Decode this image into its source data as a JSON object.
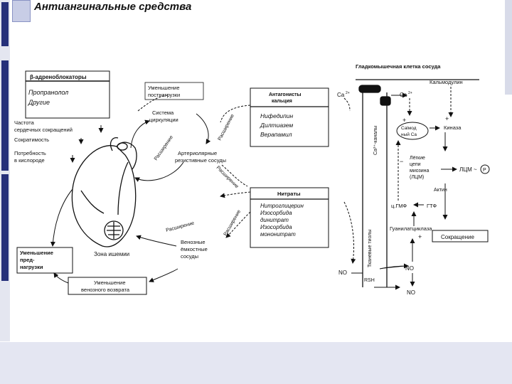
{
  "title": "Антиангинальные средства",
  "diagram": {
    "beta_box": {
      "header": "β-адреноблокаторы",
      "lines": [
        "Пропранолол",
        "Другие"
      ]
    },
    "left_effects": [
      "Частота",
      "сердечных сокращений",
      "Сократимость",
      "Потребность",
      "в кислороде"
    ],
    "afterload": [
      "Уменьшение",
      "постнагрузки"
    ],
    "circulation": [
      "Система",
      "циркуляции"
    ],
    "ca_antag_box": {
      "header": [
        "Антагонисты",
        "кальция"
      ],
      "lines": [
        "Нифедипин",
        "Дилтиазем",
        "Верапамил"
      ]
    },
    "arterioles": [
      "Артериолярные",
      "резистивные сосуды"
    ],
    "nitrates_box": {
      "header": "Нитраты",
      "lines": [
        "Нитроглицерин",
        "Изосорбида",
        "динитрат",
        "Изосорбида",
        "мононитрат"
      ]
    },
    "venous": [
      "Венозные",
      "ёмкостные",
      "сосуды"
    ],
    "ischemia": "Зона ишемии",
    "preload_box": [
      "Уменьшение",
      "пред-",
      "нагрузки"
    ],
    "venous_return_box": [
      "Уменьшение",
      "венозного возврата"
    ],
    "expansion": "Расширение",
    "smooth_muscle_title": "Гладкомышечная клетка сосуда",
    "calmodulin": "Кальмодулин",
    "ca_out": "Ca",
    "ca_in": "Ca",
    "ca_charge": "2+",
    "ca_channels": "Ca²⁺-каналы",
    "calmodulin_complex": [
      "Calмод",
      "ный Ca"
    ],
    "kinase": "Киназа",
    "light_chains": [
      "Лёгкие",
      "цепи",
      "миозина",
      "(ЛЦМ)"
    ],
    "lcm_p": "ЛЦМ ~",
    "phosphate": "P",
    "actin": "Актин",
    "cgmp": "ц.ГМФ",
    "gtp": "ГТФ",
    "guanylate": "Гуанилатциклаза",
    "contraction": "Сокращение",
    "thiols": "Тканевые тиолы",
    "rsh": "RSH",
    "no": "NO",
    "no3": "NO",
    "no2": "NO",
    "plus": "+",
    "minus": "−"
  }
}
